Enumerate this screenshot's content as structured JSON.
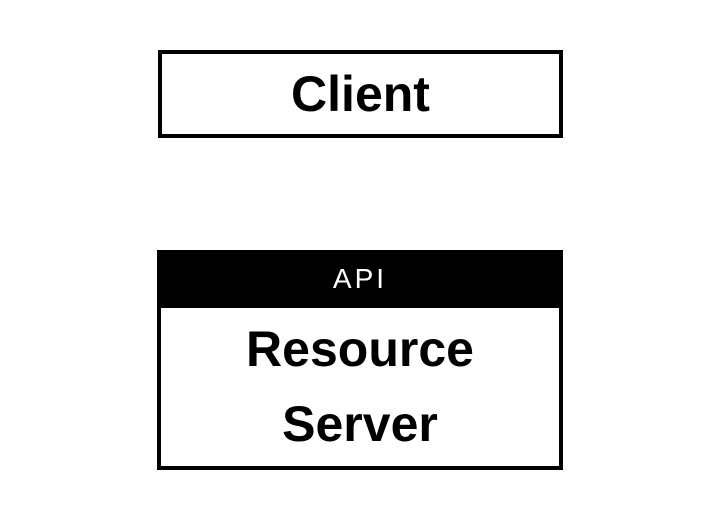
{
  "diagram": {
    "client_box": {
      "label": "Client"
    },
    "resource_server_box": {
      "header_label": "API",
      "label_line1": "Resource",
      "label_line2": "Server"
    },
    "colors": {
      "background": "#ffffff",
      "box_background": "#ffffff",
      "border": "#000000",
      "header_background": "#000000",
      "header_text": "#ffffff",
      "box_text": "#000000"
    }
  }
}
